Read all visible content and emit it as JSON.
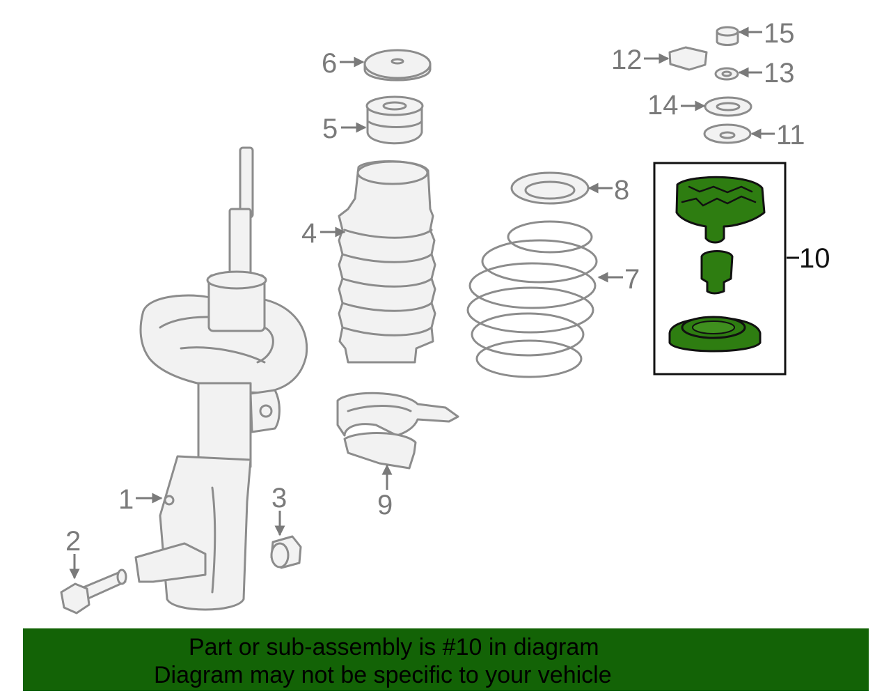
{
  "diagram": {
    "callouts": [
      {
        "id": "1",
        "label": "1"
      },
      {
        "id": "2",
        "label": "2"
      },
      {
        "id": "3",
        "label": "3"
      },
      {
        "id": "4",
        "label": "4"
      },
      {
        "id": "5",
        "label": "5"
      },
      {
        "id": "6",
        "label": "6"
      },
      {
        "id": "7",
        "label": "7"
      },
      {
        "id": "8",
        "label": "8"
      },
      {
        "id": "9",
        "label": "9"
      },
      {
        "id": "10",
        "label": "10"
      },
      {
        "id": "11",
        "label": "11"
      },
      {
        "id": "12",
        "label": "12"
      },
      {
        "id": "13",
        "label": "13"
      },
      {
        "id": "14",
        "label": "14"
      },
      {
        "id": "15",
        "label": "15"
      }
    ],
    "highlighted_part": "10",
    "colors": {
      "highlight_fill": "#2e7d11",
      "banner_bg": "#136306",
      "part_stroke": "#8c8c8c"
    }
  },
  "banner": {
    "line1": "Part or sub-assembly is #10 in diagram",
    "line2": "Diagram may not be specific to your vehicle"
  }
}
